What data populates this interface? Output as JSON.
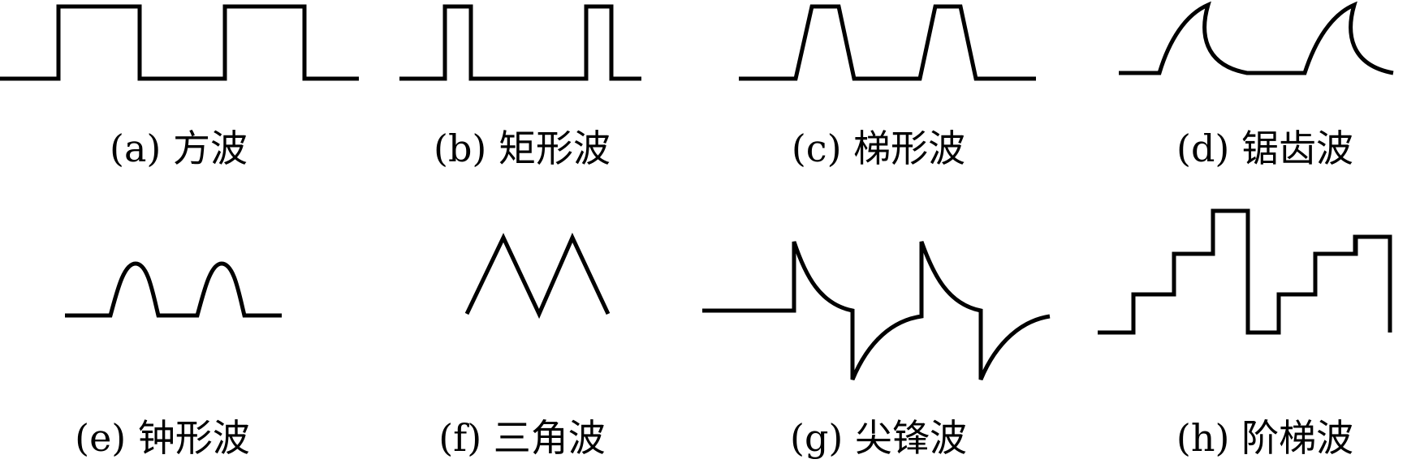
{
  "waveforms": [
    {
      "id": "a",
      "label": "(a) 方波",
      "name": "square-wave"
    },
    {
      "id": "b",
      "label": "(b) 矩形波",
      "name": "rectangular-wave"
    },
    {
      "id": "c",
      "label": "(c) 梯形波",
      "name": "trapezoidal-wave"
    },
    {
      "id": "d",
      "label": "(d) 锯齿波",
      "name": "sawtooth-wave"
    },
    {
      "id": "e",
      "label": "(e) 钟形波",
      "name": "bell-wave"
    },
    {
      "id": "f",
      "label": "(f) 三角波",
      "name": "triangle-wave"
    },
    {
      "id": "g",
      "label": "(g) 尖锋波",
      "name": "spike-wave"
    },
    {
      "id": "h",
      "label": "(h) 阶梯波",
      "name": "staircase-wave"
    }
  ],
  "colors": {
    "stroke": "#000000",
    "background": "#ffffff"
  }
}
